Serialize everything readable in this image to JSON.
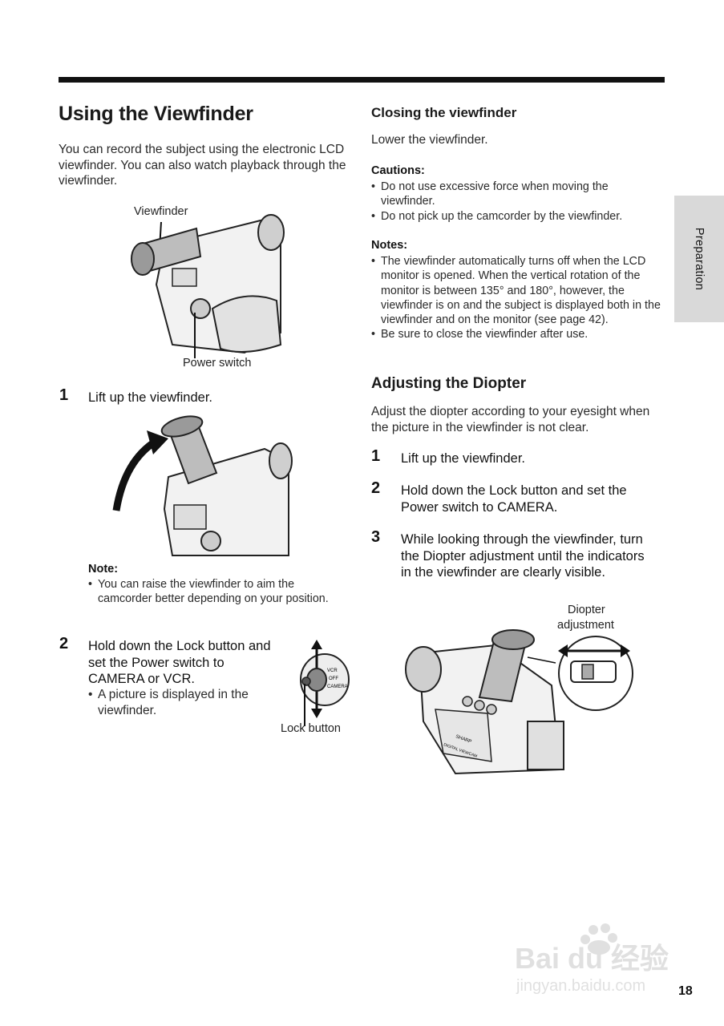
{
  "header": {
    "title": "Using the Viewfinder"
  },
  "side_tab": {
    "label": "Preparation"
  },
  "page_number": "18",
  "left": {
    "intro": "You can record the subject using the electronic LCD viewfinder. You can also watch playback through the viewfinder.",
    "figure1": {
      "label_top": "Viewfinder",
      "label_bottom": "Power switch"
    },
    "step1": {
      "num": "1",
      "text": "Lift up the viewfinder."
    },
    "note": {
      "heading": "Note:",
      "items": [
        "You can raise the viewfinder to aim the camcorder better depending on your position."
      ]
    },
    "step2": {
      "num": "2",
      "text": "Hold down the Lock button and set the Power switch to CAMERA or VCR.",
      "bullet": "A picture is displayed in the viewfinder.",
      "figure_label": "Lock button",
      "switch_labels": [
        "VCR",
        "OFF",
        "CAMERA"
      ]
    }
  },
  "right": {
    "closing": {
      "heading": "Closing the viewfinder",
      "text": "Lower the viewfinder.",
      "cautions_heading": "Cautions:",
      "cautions": [
        "Do not use excessive force when moving the viewfinder.",
        "Do not pick up the camcorder by the viewfinder."
      ],
      "notes_heading": "Notes:",
      "notes": [
        "The viewfinder automatically turns off when the LCD monitor is opened. When the vertical rotation of the monitor is between 135° and 180°, however, the viewfinder is on and the subject is displayed both in the viewfinder and on the monitor (see page 42).",
        "Be sure to close the viewfinder after use."
      ]
    },
    "diopter": {
      "heading": "Adjusting the Diopter",
      "intro": "Adjust the diopter according to your eyesight when the picture in the viewfinder is not clear.",
      "steps": [
        {
          "num": "1",
          "text": "Lift up the viewfinder."
        },
        {
          "num": "2",
          "text": "Hold down the Lock button and set the Power switch to CAMERA."
        },
        {
          "num": "3",
          "text": "While looking through the viewfinder, turn the Diopter adjustment until the indicators in the viewfinder are clearly visible."
        }
      ],
      "figure_label_line1": "Diopter",
      "figure_label_line2": "adjustment",
      "camera_brand": "SHARP",
      "camera_model": "DIGITAL VIEWCAM"
    }
  },
  "watermark": {
    "brand": "Bai du 经验",
    "url": "jingyan.baidu.com"
  }
}
